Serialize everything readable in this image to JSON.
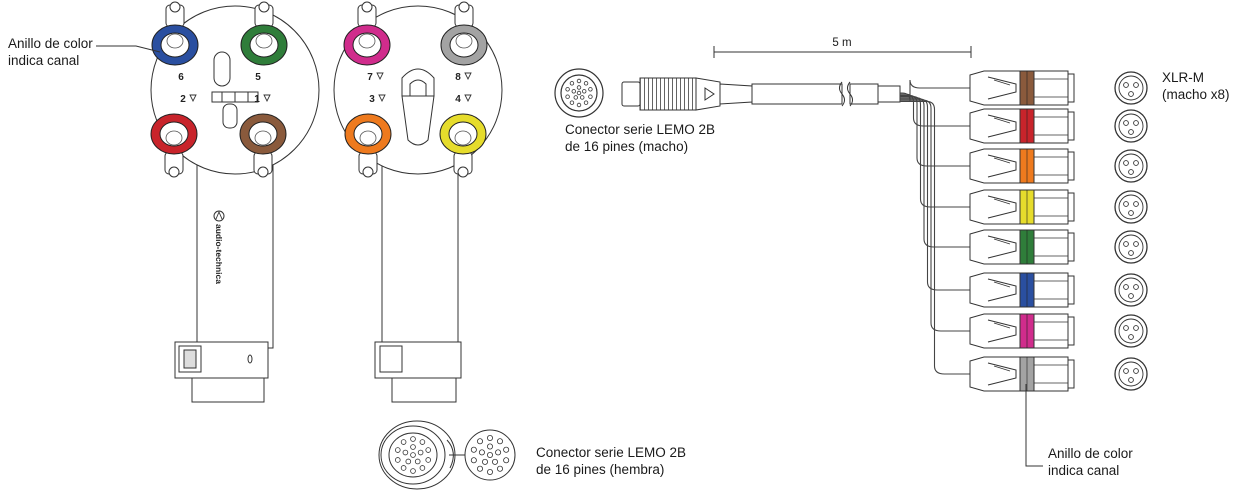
{
  "labels": {
    "ring_top_line1": "Anillo de color",
    "ring_top_line2": "indica canal",
    "lemo_male_line1": "Conector serie LEMO 2B",
    "lemo_male_line2": "de 16 pines (macho)",
    "lemo_female_line1": "Conector serie LEMO 2B",
    "lemo_female_line2": "de 16 pines (hembra)",
    "xlr_line1": "XLR-M",
    "xlr_line2": "(macho x8)",
    "ring_bottom_line1": "Anillo de color",
    "ring_bottom_line2": "indica canal",
    "cable_length": "5 m",
    "brand": "audio-technica"
  },
  "front_capsules": [
    {
      "channel": "6",
      "color": "#2a4fa0"
    },
    {
      "channel": "5",
      "color": "#2f7d3a"
    },
    {
      "channel": "2",
      "color": "#c8242b"
    },
    {
      "channel": "1",
      "color": "#8a5a3c"
    }
  ],
  "back_capsules": [
    {
      "channel": "7",
      "color": "#d02c8c"
    },
    {
      "channel": "8",
      "color": "#a3a3a3"
    },
    {
      "channel": "3",
      "color": "#ee7a1e"
    },
    {
      "channel": "4",
      "color": "#e6dc2c"
    }
  ],
  "xlr_channel_colors": [
    "#8a5a3c",
    "#c8242b",
    "#ee7a1e",
    "#e6dc2c",
    "#2f7d3a",
    "#2a4fa0",
    "#d02c8c",
    "#a3a3a3"
  ],
  "colors": {
    "line": "#333333",
    "body_fill": "#ffffff"
  }
}
